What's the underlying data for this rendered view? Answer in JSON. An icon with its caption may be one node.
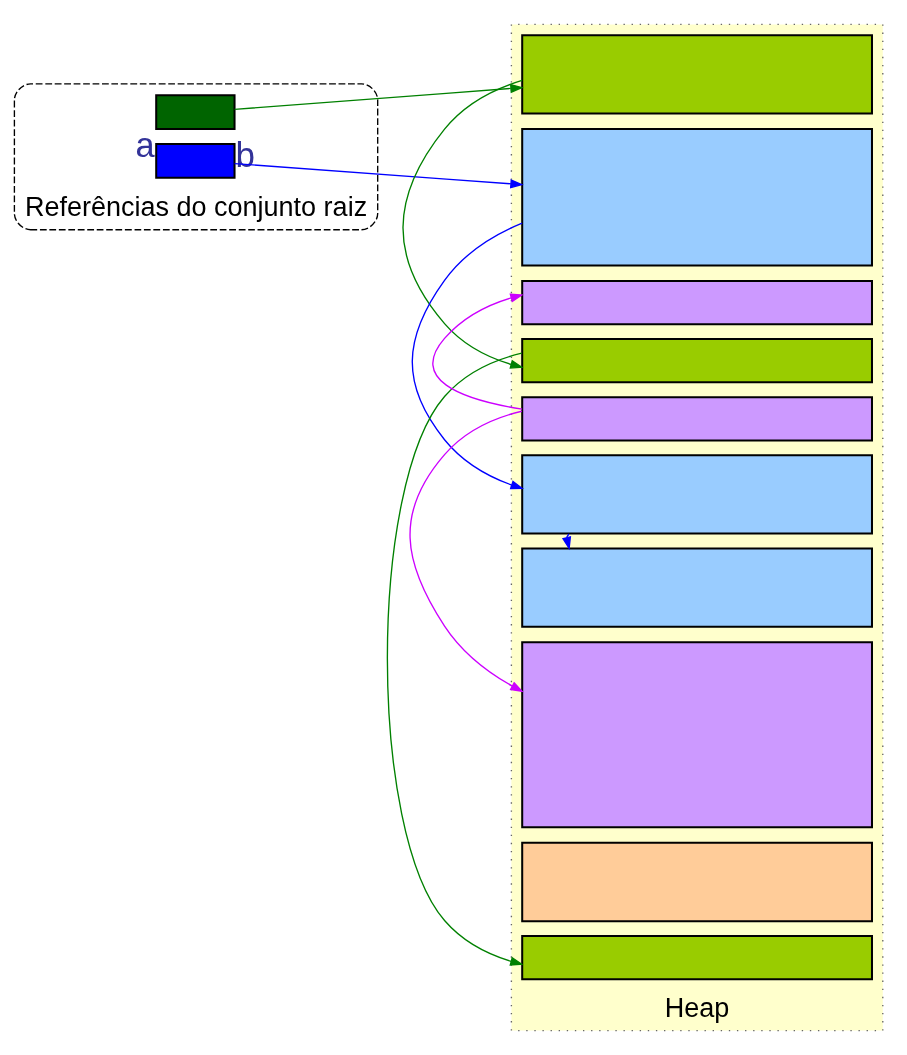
{
  "diagram": {
    "nodes": [
      {
        "text": [
          "Referências do conjunto raiz"
        ]
      },
      {
        "text": [],
        "shape": "box",
        "in": 0,
        "beside": [
          "a"
        ]
      },
      {
        "text": [],
        "shape": "box",
        "in": 0,
        "beside": [
          "b"
        ]
      },
      {
        "text": [
          "Heap"
        ]
      },
      {
        "text": [],
        "shape": "box",
        "in": 3
      },
      {
        "text": [],
        "shape": "box",
        "in": 3
      },
      {
        "text": [],
        "shape": "box",
        "in": 3
      },
      {
        "text": [],
        "shape": "box",
        "in": 3
      },
      {
        "text": [],
        "shape": "box",
        "in": 3
      },
      {
        "text": [],
        "shape": "box",
        "in": 3
      },
      {
        "text": [],
        "shape": "box",
        "in": 3
      },
      {
        "text": [],
        "shape": "box",
        "in": 3
      },
      {
        "text": [],
        "shape": "box",
        "in": 3
      },
      {
        "text": [],
        "shape": "box",
        "in": 3
      }
    ],
    "edges": [
      {
        "from": 1,
        "to": 4,
        "arrow": "to",
        "color": "#008000"
      },
      {
        "from": 2,
        "to": 5,
        "arrow": "to",
        "color": "#0000ff"
      },
      {
        "from": 4,
        "to": 7,
        "arrow": "to",
        "color": "#008000"
      },
      {
        "from": 5,
        "to": 9,
        "arrow": "to",
        "color": "#0000ff"
      },
      {
        "from": 8,
        "to": 6,
        "arrow": "to",
        "color": "#cc00ff"
      },
      {
        "from": 8,
        "to": 11,
        "arrow": "to",
        "color": "#cc00ff"
      },
      {
        "from": 7,
        "to": 13,
        "arrow": "to",
        "color": "#008000"
      },
      {
        "from": 9,
        "to": 10,
        "arrow": "to",
        "color": "#0000ff"
      }
    ]
  }
}
